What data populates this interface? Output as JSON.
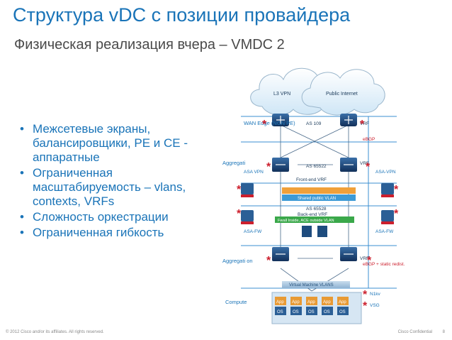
{
  "slide": {
    "title": "Структура vDC с позиции провайдера",
    "subtitle": "Физическая реализация вчера – VMDC 2",
    "bullets": [
      "Межсетевые экраны, балансировщики, PE и CE - аппаратные",
      "Ограниченная масштабируемость – vlans, contexts, VRFs",
      "Сложность оркестрации",
      "Ограниченная гибкость"
    ],
    "footer_left": "© 2012 Cisco and/or its affiliates. All rights reserved.",
    "footer_right": "Cisco Confidential",
    "page_number": "8"
  },
  "diagram": {
    "clouds": {
      "l3vpn": "L3 VPN",
      "public": "Public Internet"
    },
    "layers": {
      "wan": "WAN Edge (NGN PE)",
      "aggregation_top": "Aggregati",
      "aggregation_bottom": "Aggregati on",
      "compute": "Compute"
    },
    "as_labels": {
      "as109": "AS 109",
      "as65522": "AS 65522",
      "as65528": "AS 65528"
    },
    "vrf_labels": {
      "front_end": "Front-end VRF",
      "back_end": "Back-end VRF",
      "vrf": "VRF"
    },
    "bands": {
      "shared_public": "Shared public VLAN",
      "inside_outside": "Fwall Inside, ACE outside VLAN",
      "vm_vlans": "Virtual Machine VLANS"
    },
    "side_labels": {
      "ebgp": "eBGP",
      "asa_vpn_left": "ASA VPN",
      "asa_vpn_right": "ASA-VPN",
      "asa_fw_left": "ASA-FW",
      "asa_fw_right": "ASA-FW",
      "ebgp_static": "eBGP + static redist.",
      "n1kv": "N1kv",
      "vsg": "VSG"
    },
    "os_label": "OS",
    "app_label": "App",
    "accent_red": "#cc1f2d",
    "accent_blue": "#1a74b8"
  }
}
